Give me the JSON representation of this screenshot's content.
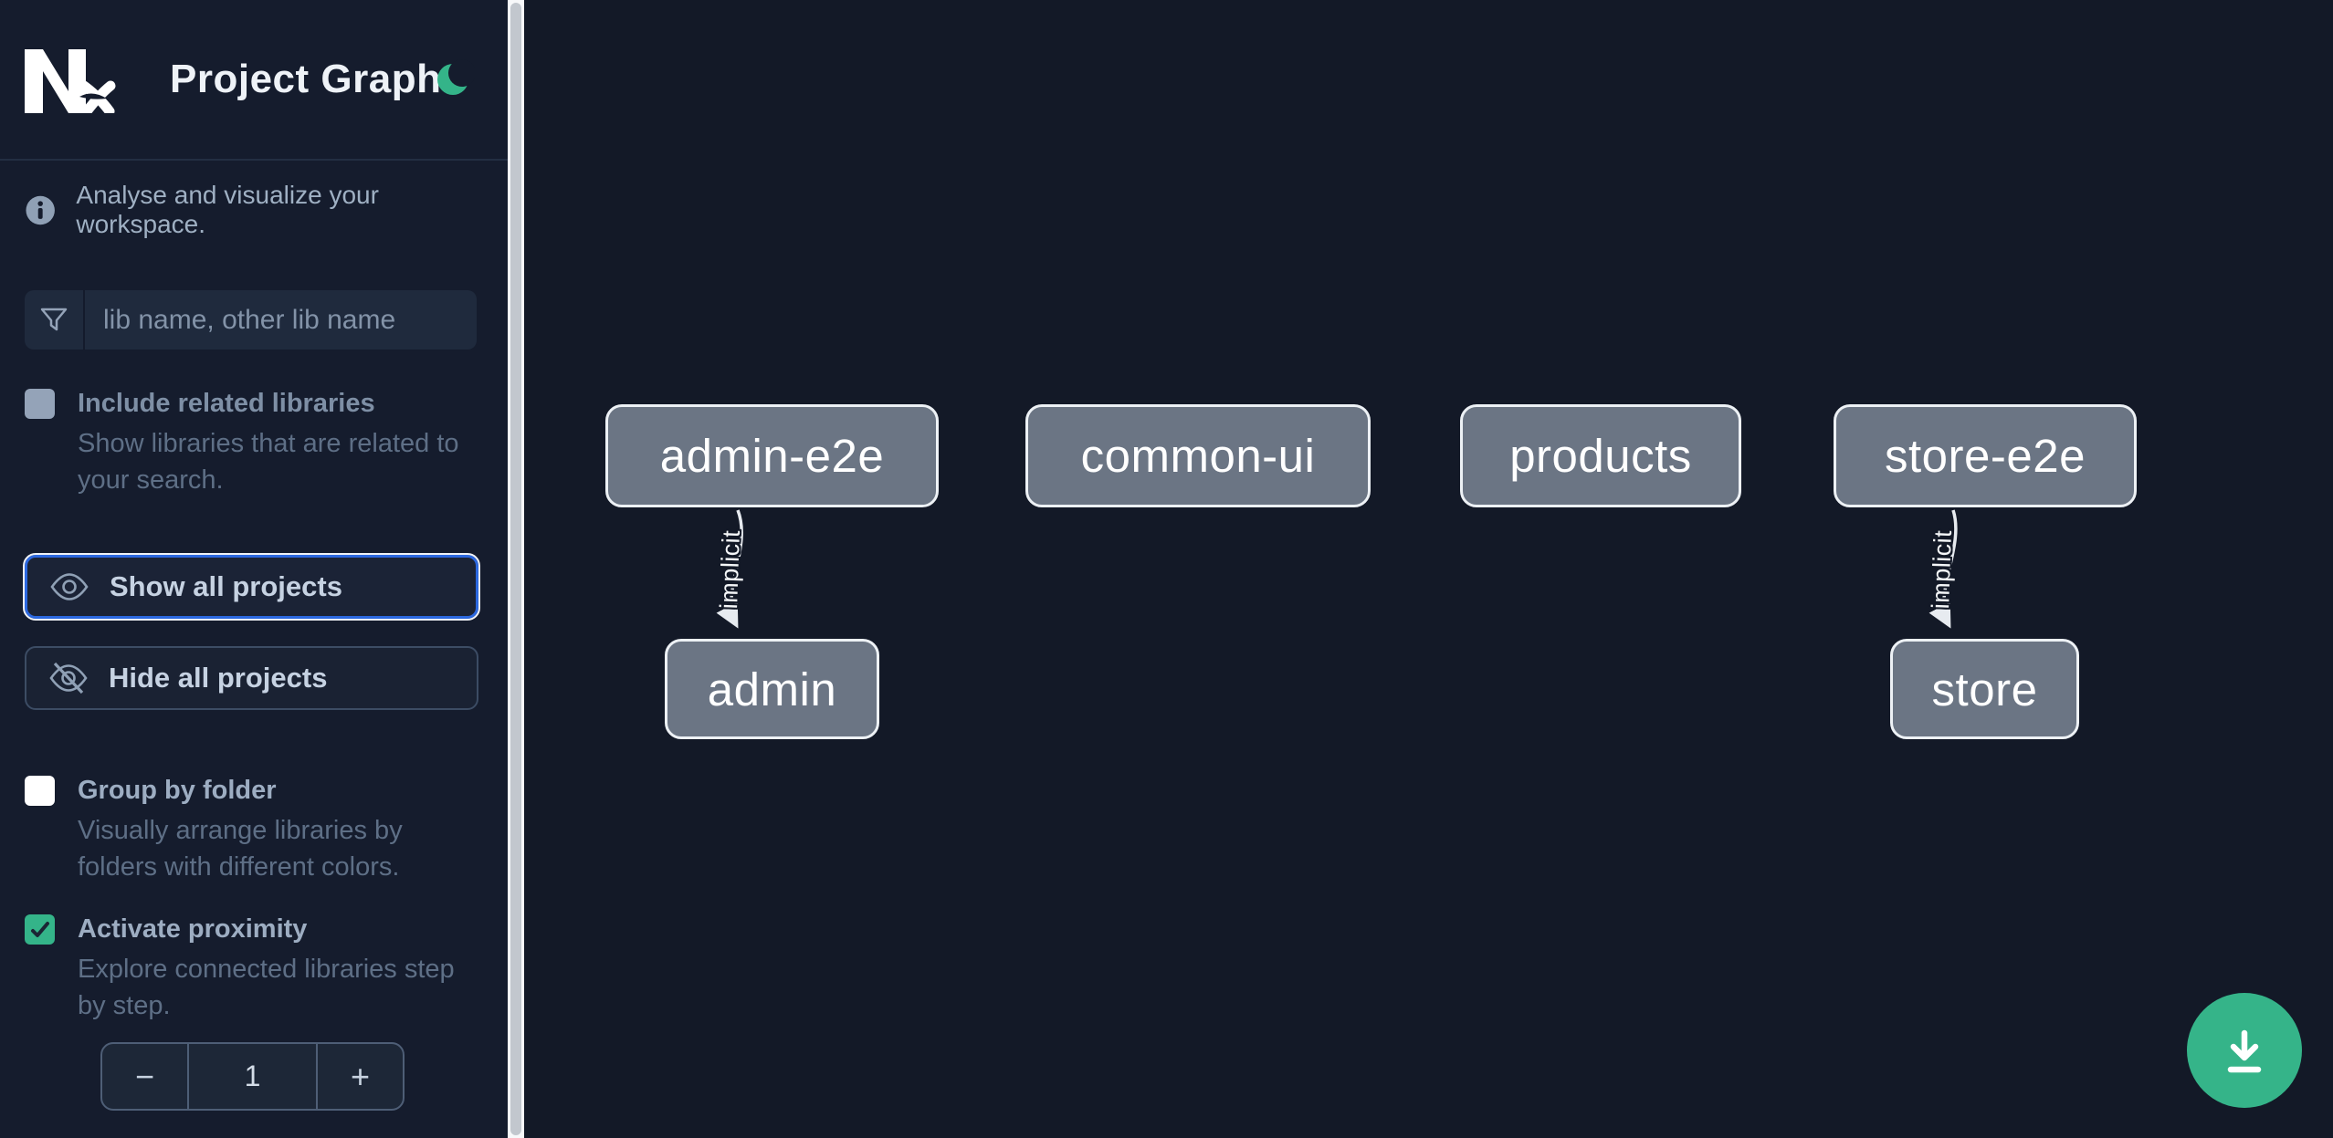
{
  "header": {
    "title": "Project Graph"
  },
  "intro": {
    "text": "Analyse and visualize your workspace."
  },
  "search": {
    "placeholder": "lib name, other lib name",
    "value": ""
  },
  "controls": {
    "include_related": {
      "label": "Include related libraries",
      "description": "Show libraries that are related to your search.",
      "checked": false,
      "disabled": true
    },
    "show_all": {
      "label": "Show all projects",
      "focused": true
    },
    "hide_all": {
      "label": "Hide all projects"
    },
    "group_by_folder": {
      "label": "Group by folder",
      "description": "Visually arrange libraries by folders with different colors.",
      "checked": false
    },
    "activate_proximity": {
      "label": "Activate proximity",
      "description": "Explore connected libraries step by step.",
      "checked": true
    },
    "proximity_depth": {
      "decrement_label": "−",
      "value": "1",
      "increment_label": "+"
    }
  },
  "graph": {
    "nodes": [
      {
        "id": "admin-e2e",
        "label": "admin-e2e"
      },
      {
        "id": "common-ui",
        "label": "common-ui"
      },
      {
        "id": "products",
        "label": "products"
      },
      {
        "id": "store-e2e",
        "label": "store-e2e"
      },
      {
        "id": "admin",
        "label": "admin"
      },
      {
        "id": "store",
        "label": "store"
      }
    ],
    "edges": [
      {
        "source": "admin-e2e",
        "target": "admin",
        "label": "implicit",
        "type": "implicit"
      },
      {
        "source": "store-e2e",
        "target": "store",
        "label": "implicit",
        "type": "implicit"
      }
    ]
  },
  "colors": {
    "accent_green": "#34b489",
    "focus_blue": "#2c68e0",
    "node_fill": "#6b7584",
    "node_border": "#edf1f5",
    "edge_stroke": "#e7ebf0",
    "sidebar_background": "#151c2d",
    "canvas_background": "#131927",
    "disabled_checkbox": "#94a3b8"
  }
}
